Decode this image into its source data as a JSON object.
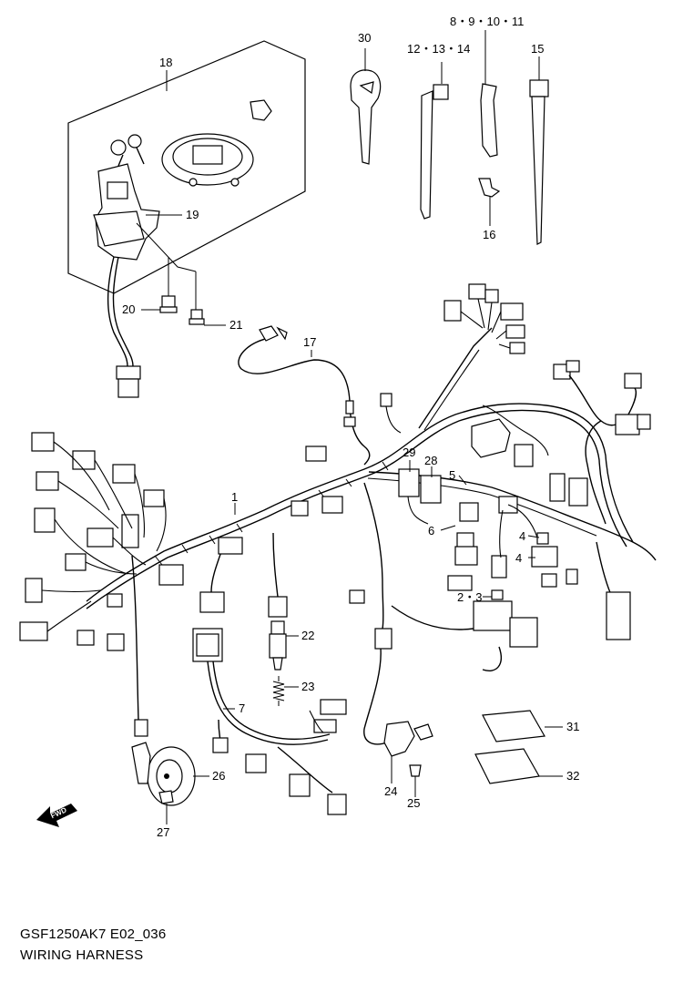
{
  "diagram": {
    "code": "GSF1250AK7 E02_036",
    "title": "WIRING HARNESS",
    "fwd_label": "FWD",
    "callouts": [
      {
        "id": "c1",
        "text": "1"
      },
      {
        "id": "c2-3",
        "text": "2・3"
      },
      {
        "id": "c4a",
        "text": "4"
      },
      {
        "id": "c4b",
        "text": "4"
      },
      {
        "id": "c5",
        "text": "5"
      },
      {
        "id": "c6",
        "text": "6"
      },
      {
        "id": "c7",
        "text": "7"
      },
      {
        "id": "c8-11",
        "text": "8・9・10・11"
      },
      {
        "id": "c12-14",
        "text": "12・13・14"
      },
      {
        "id": "c15",
        "text": "15"
      },
      {
        "id": "c16",
        "text": "16"
      },
      {
        "id": "c17",
        "text": "17"
      },
      {
        "id": "c18",
        "text": "18"
      },
      {
        "id": "c19",
        "text": "19"
      },
      {
        "id": "c20",
        "text": "20"
      },
      {
        "id": "c21",
        "text": "21"
      },
      {
        "id": "c22",
        "text": "22"
      },
      {
        "id": "c23",
        "text": "23"
      },
      {
        "id": "c24",
        "text": "24"
      },
      {
        "id": "c25",
        "text": "25"
      },
      {
        "id": "c26",
        "text": "26"
      },
      {
        "id": "c27",
        "text": "27"
      },
      {
        "id": "c28",
        "text": "28"
      },
      {
        "id": "c29",
        "text": "29"
      },
      {
        "id": "c30",
        "text": "30"
      },
      {
        "id": "c31",
        "text": "31"
      },
      {
        "id": "c32",
        "text": "32"
      }
    ]
  }
}
